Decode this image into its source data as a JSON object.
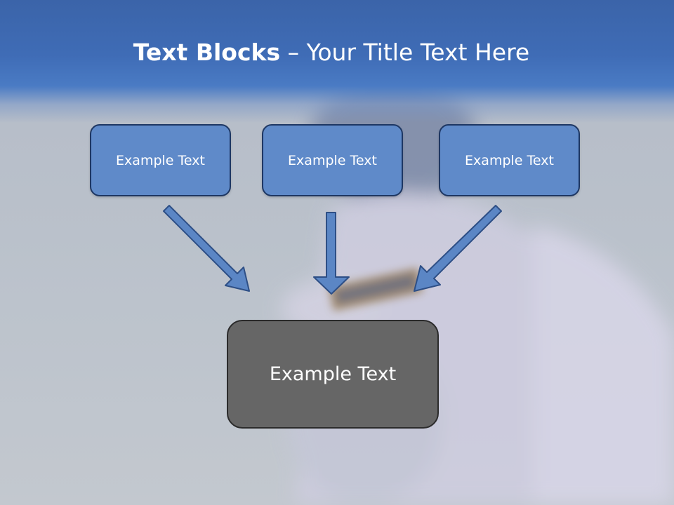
{
  "title": {
    "bold": "Text Blocks",
    "rest": " – Your Title Text Here"
  },
  "blocks": [
    {
      "label": "Example Text"
    },
    {
      "label": "Example Text"
    },
    {
      "label": "Example Text"
    }
  ],
  "main_block": {
    "label": "Example Text"
  },
  "colors": {
    "title_band": "#3f6cb6",
    "block_fill": "#5f8ac9",
    "block_border": "#1e3763",
    "main_fill": "#666666",
    "arrow_fill": "#5b86c5"
  }
}
